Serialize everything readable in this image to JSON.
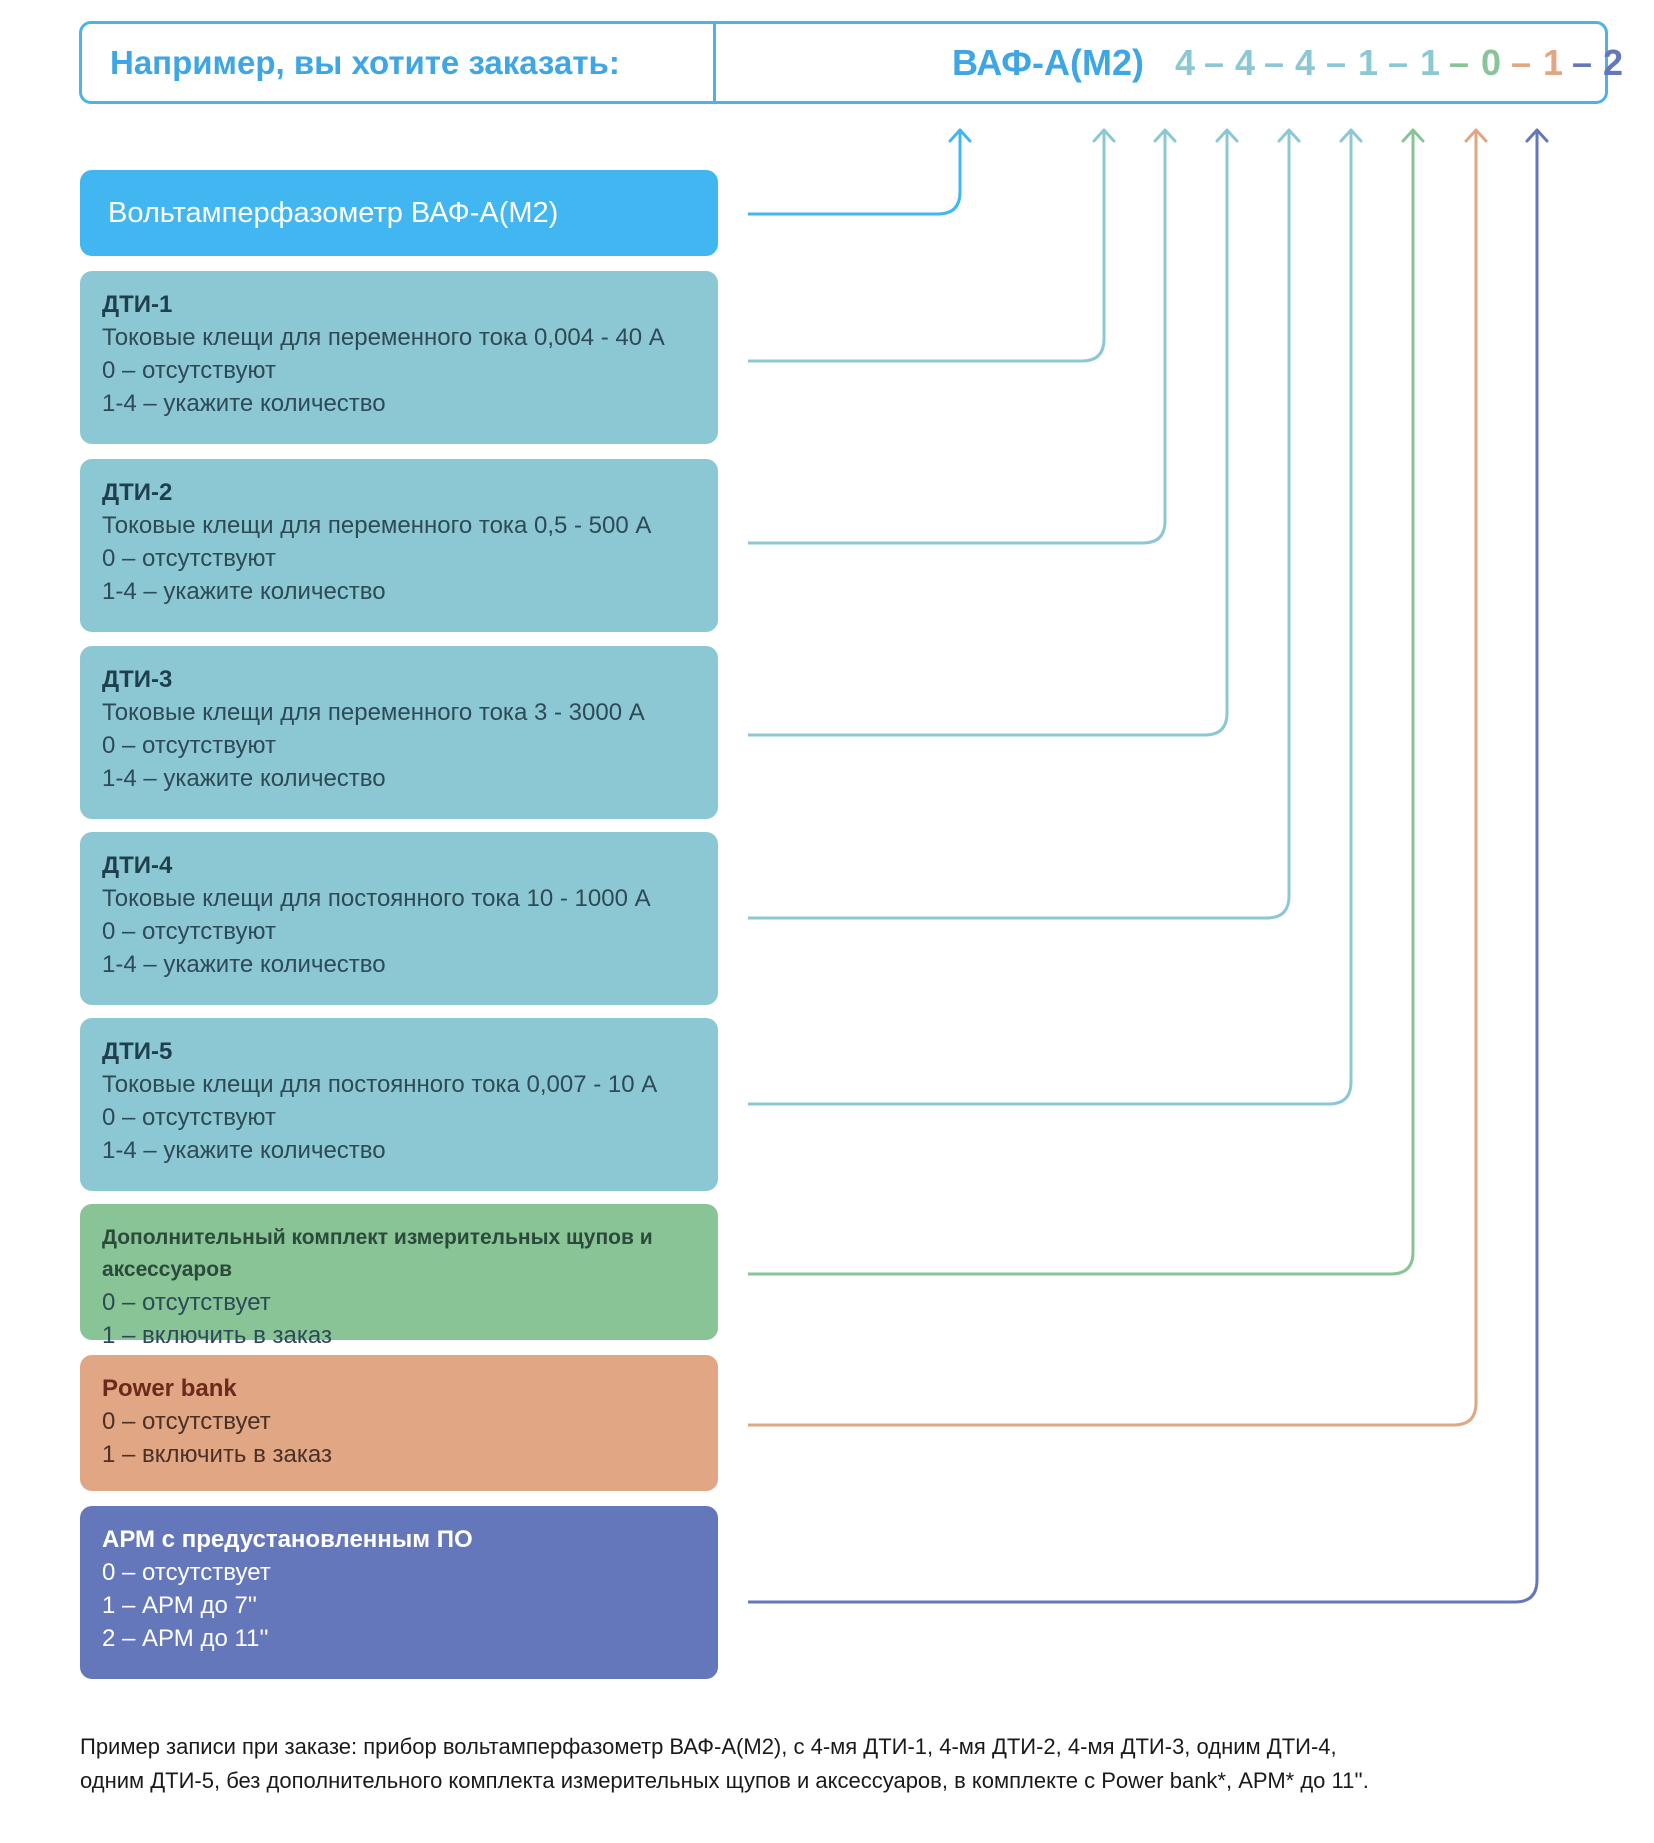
{
  "header": {
    "label": "Например, вы хотите заказать:",
    "code": [
      {
        "text": "ВАФ-А(М2)",
        "color": "#3ea6e4"
      },
      {
        "text": "4",
        "color": "#8cc8d3"
      },
      {
        "text": "–",
        "color": "#8cc8d3"
      },
      {
        "text": "4",
        "color": "#8cc8d3"
      },
      {
        "text": "–",
        "color": "#8cc8d3"
      },
      {
        "text": "4",
        "color": "#8cc8d3"
      },
      {
        "text": "–",
        "color": "#8cc8d3"
      },
      {
        "text": "1",
        "color": "#8cc8d3"
      },
      {
        "text": "–",
        "color": "#8cc8d3"
      },
      {
        "text": "1",
        "color": "#8cc8d3"
      },
      {
        "text": "–",
        "color": "#89c497"
      },
      {
        "text": "0",
        "color": "#89c497"
      },
      {
        "text": "–",
        "color": "#e1a683"
      },
      {
        "text": "1",
        "color": "#e1a683"
      },
      {
        "text": "–",
        "color": "#6477bb"
      },
      {
        "text": "2",
        "color": "#6477bb"
      }
    ]
  },
  "product": {
    "title": "Вольтамперфазометр ВАФ-А(М2)",
    "color": "#41b6f0"
  },
  "options": [
    {
      "kind": "dti",
      "title": "ДТИ-1",
      "lines": [
        "Токовые клещи для переменного тока 0,004 - 40 А",
        "0 – отсутствуют",
        "1-4 – укажите количество"
      ],
      "color": "#8cc8d3"
    },
    {
      "kind": "dti",
      "title": "ДТИ-2",
      "lines": [
        "Токовые клещи для переменного тока 0,5 - 500 А",
        "0 – отсутствуют",
        "1-4 – укажите количество"
      ],
      "color": "#8cc8d3"
    },
    {
      "kind": "dti",
      "title": "ДТИ-3",
      "lines": [
        "Токовые клещи для переменного тока 3 - 3000 А",
        "0 – отсутствуют",
        "1-4 – укажите количество"
      ],
      "color": "#8cc8d3"
    },
    {
      "kind": "dti",
      "title": "ДТИ-4",
      "lines": [
        "Токовые клещи для постоянного тока 10 - 1000 А",
        "0 – отсутствуют",
        "1-4 – укажите количество"
      ],
      "color": "#8cc8d3"
    },
    {
      "kind": "dti",
      "title": "ДТИ-5",
      "lines": [
        "Токовые клещи для постоянного тока 0,007 - 10 А",
        "0 – отсутствуют",
        "1-4 – укажите количество"
      ],
      "color": "#8cc8d3"
    },
    {
      "kind": "acc",
      "title": "Дополнительный комплект измерительных щупов и аксессуаров",
      "lines": [
        "0 – отсутствует",
        "1 – включить в заказ"
      ],
      "color": "#89c497"
    },
    {
      "kind": "pb",
      "title": "Power bank",
      "lines": [
        "0 – отсутствует",
        "1 – включить в заказ"
      ],
      "color": "#e1a683"
    },
    {
      "kind": "arm",
      "title": "АРМ с предустановленным ПО",
      "lines": [
        "0 – отсутствует",
        "1 – АРМ до 7''",
        "2 – АРМ до 11''"
      ],
      "color": "#6477bb"
    }
  ],
  "footnote": {
    "line1": "Пример записи при заказе: прибор вольтамперфазометр ВАФ-А(М2), с 4-мя ДТИ-1, 4-мя ДТИ-2, 4-мя ДТИ-3, одним ДТИ-4,",
    "line2": "одним ДТИ-5, без дополнительного комплекта измерительных щупов и аксессуаров, в комплекте с Power bank*, АРМ* до 11''."
  }
}
